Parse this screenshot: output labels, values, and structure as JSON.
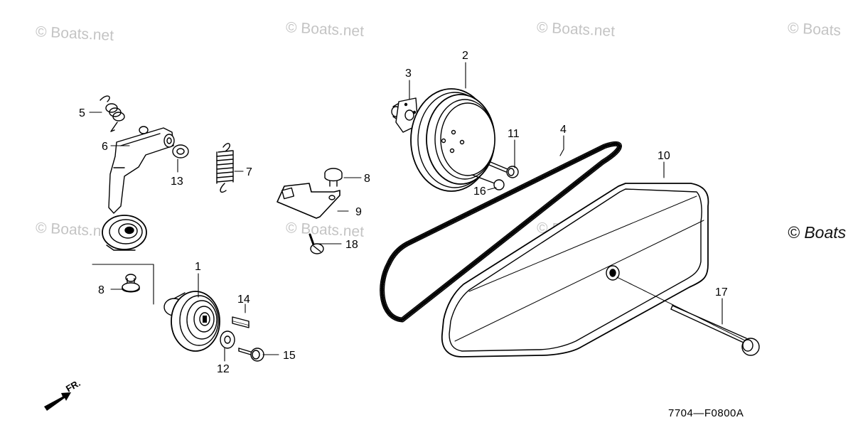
{
  "watermarks": [
    "© Boats.net",
    "© Boats.net",
    "© Boats.net",
    "© Boats",
    "© Boats.net",
    "© Boats.net",
    "© Boats.net",
    "© Boats"
  ],
  "callouts": {
    "c1": "1",
    "c2": "2",
    "c3": "3",
    "c4": "4",
    "c5": "5",
    "c6": "6",
    "c7": "7",
    "c8a": "8",
    "c8b": "8",
    "c9": "9",
    "c10": "10",
    "c11": "11",
    "c12": "12",
    "c13": "13",
    "c14": "14",
    "c15": "15",
    "c16": "16",
    "c17": "17",
    "c18": "18"
  },
  "direction_label": "FR.",
  "diagram_code": "7704—F0800A"
}
